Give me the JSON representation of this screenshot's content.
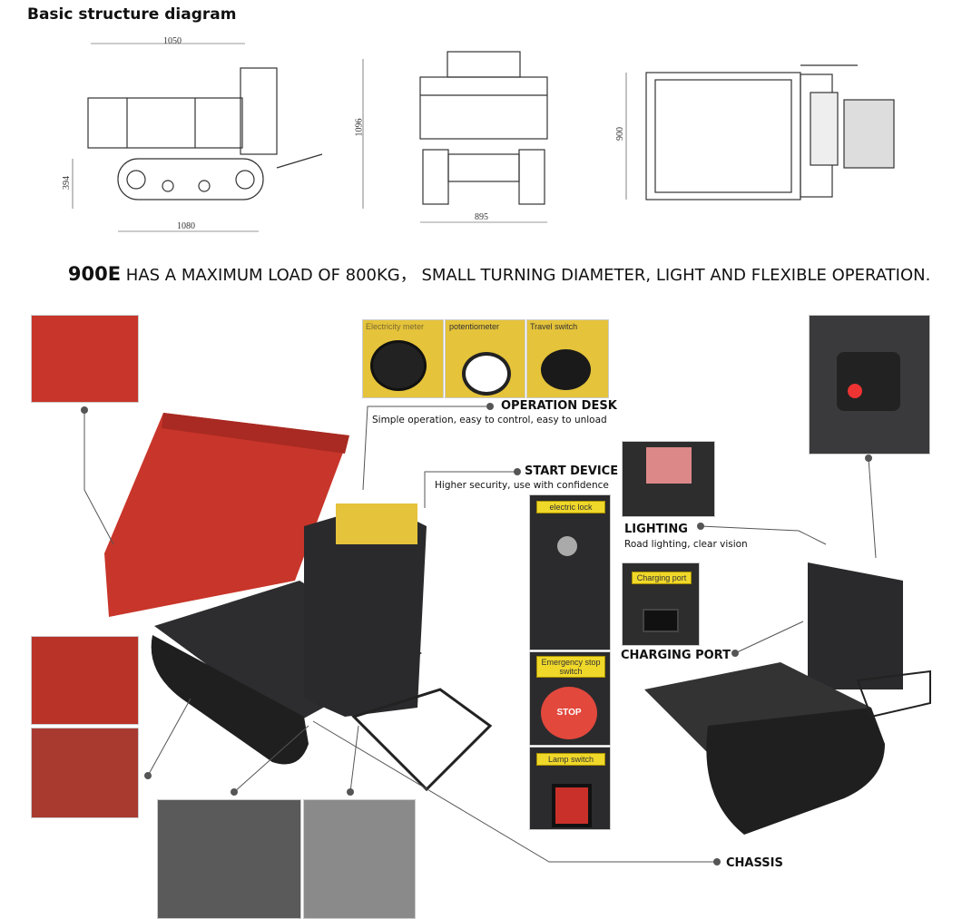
{
  "title": "Basic structure diagram",
  "dimensions": {
    "side_length": "1050",
    "height": "1096",
    "track_height": "394",
    "track_length": "1080",
    "front_width": "895",
    "top_width": "900"
  },
  "headline": {
    "model": "900E",
    "text": " HAS A MAXIMUM LOAD OF 800KG， SMALL TURNING DIAMETER, LIGHT AND FLEXIBLE OPERATION."
  },
  "panel_labels": {
    "electricity_meter": "Electricity meter",
    "potentiometer": "potentiometer",
    "travel_switch": "Travel switch",
    "electric_lock": "electric lock",
    "emergency_stop": "Emergency stop switch",
    "stop": "STOP",
    "lamp_switch": "Lamp switch",
    "charging_port": "Charging port"
  },
  "callouts": {
    "operation_desk": {
      "title": "OPERATION DESK",
      "subtitle": "Simple operation, easy to control, easy to unload"
    },
    "start_device": {
      "title": "START DEVICE",
      "subtitle": "Higher security, use with confidence"
    },
    "lighting": {
      "title": "LIGHTING",
      "subtitle": "Road lighting, clear vision"
    },
    "charging_port": {
      "title": "CHARGING PORT"
    },
    "chassis": {
      "title": "CHASSIS"
    }
  },
  "colors": {
    "body_red": "#c8352a",
    "body_black": "#2a2a2c",
    "label_yellow": "#f0d82a"
  }
}
